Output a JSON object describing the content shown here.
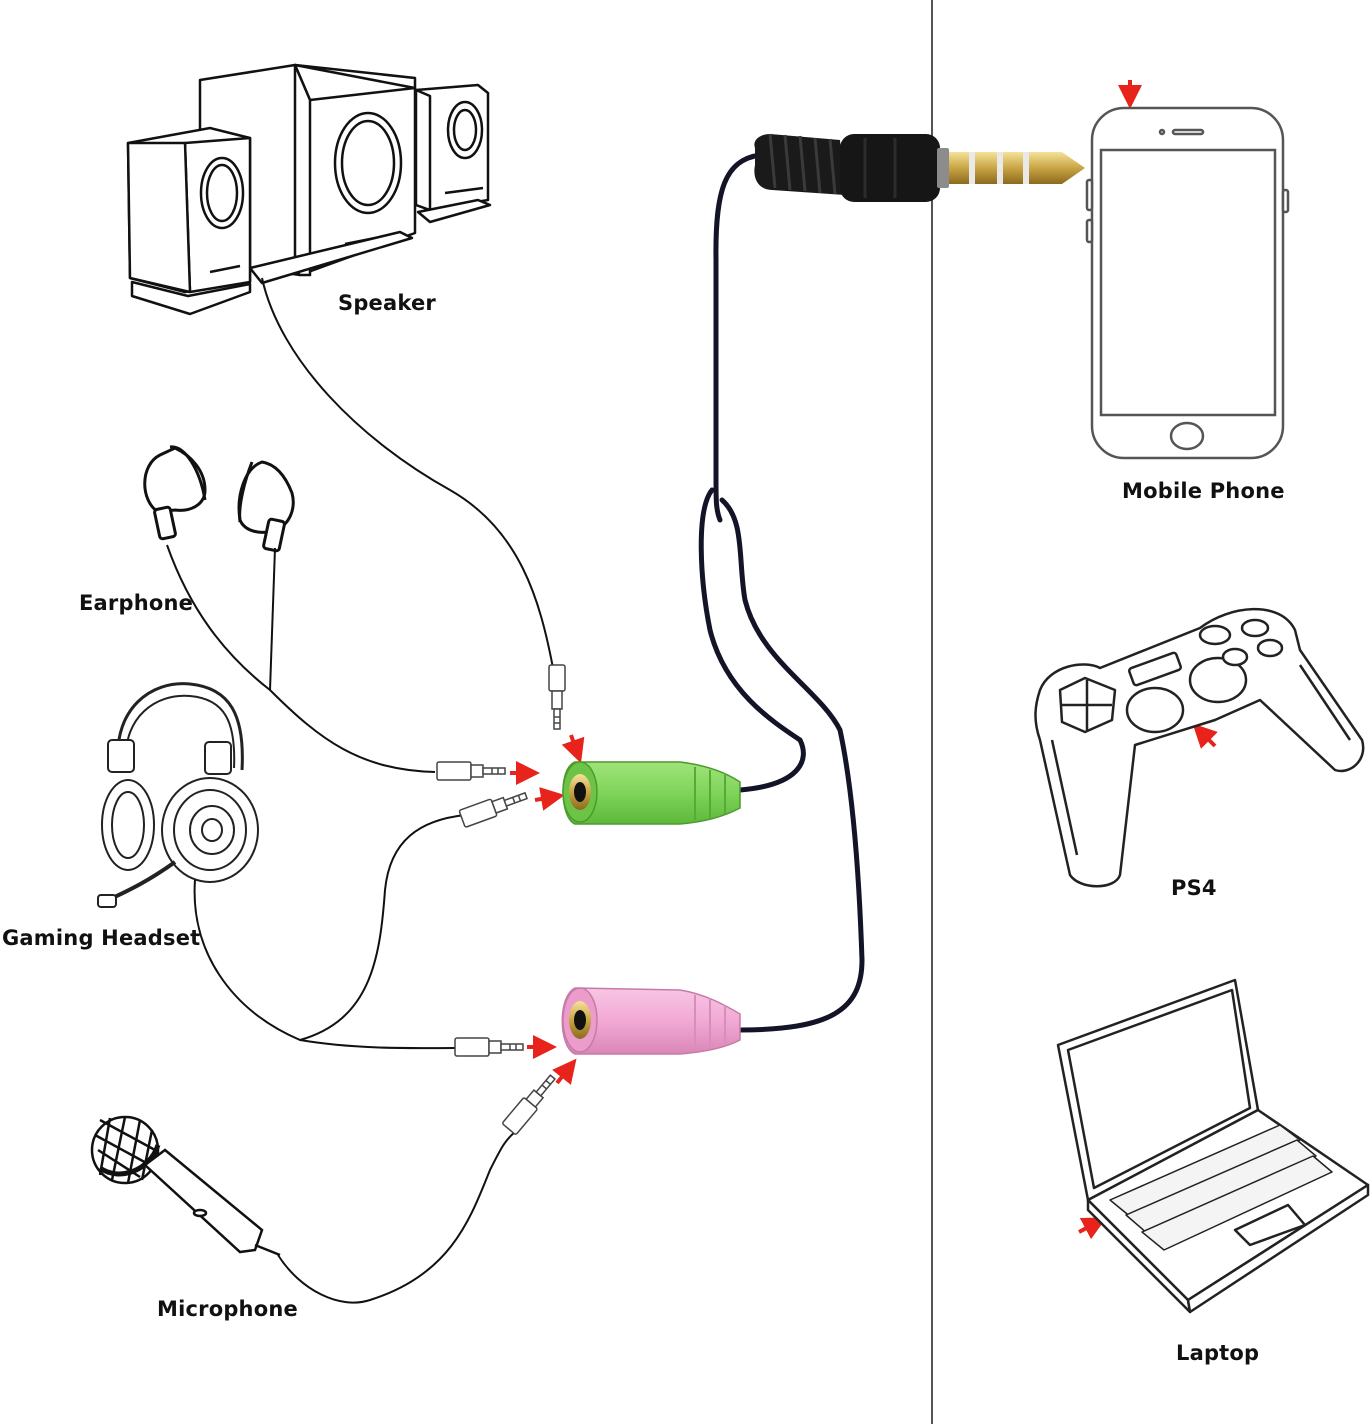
{
  "labels": {
    "speaker": "Speaker",
    "earphone": "Earphone",
    "gaming_headset": "Gaming Headset",
    "microphone": "Microphone",
    "mobile_phone": "Mobile Phone",
    "ps4": "PS4",
    "laptop": "Laptop"
  },
  "colors": {
    "line": "#111111",
    "cable": "#141428",
    "arrow": "#e8231c",
    "socket_green": "#7fd45a",
    "socket_pink": "#f2a9d4",
    "gold": "#c9a544"
  }
}
